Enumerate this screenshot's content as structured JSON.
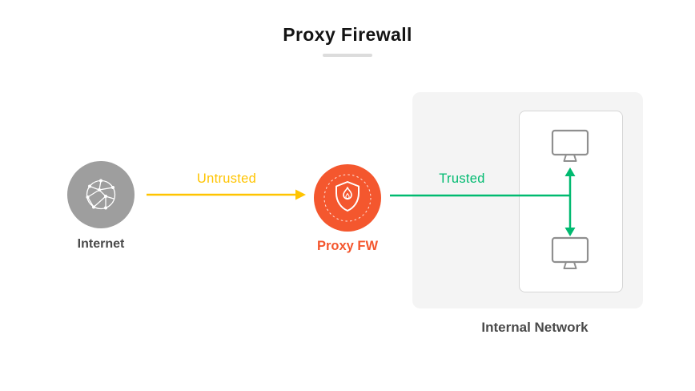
{
  "title": "Proxy Firewall",
  "nodes": {
    "internet": {
      "label": "Internet",
      "icon": "globe-network-icon"
    },
    "proxy_fw": {
      "label": "Proxy FW",
      "icon": "shield-flame-icon"
    },
    "internal_network": {
      "label": "Internal Network",
      "icons": [
        "monitor-icon",
        "monitor-icon"
      ]
    }
  },
  "edges": {
    "untrusted": {
      "label": "Untrusted",
      "from": "internet",
      "to": "proxy_fw",
      "style": "arrow-right"
    },
    "trusted": {
      "label": "Trusted",
      "from": "proxy_fw",
      "to": "internal_network",
      "style": "line-into-bidirectional-arrow"
    }
  },
  "colors": {
    "untrusted": "#FFC400",
    "trusted": "#00BA70",
    "proxy": "#F4572E",
    "internet_gray": "#9E9E9E",
    "title_text": "#141414",
    "title_underline": "#DCDCDC",
    "node_label": "#4A4A4A",
    "panel_bg": "#F4F4F4",
    "card_bg": "#FFFFFF",
    "card_border": "#D6D6D6",
    "monitor_stroke": "#8F8F8F",
    "background": "#FFFFFF"
  }
}
